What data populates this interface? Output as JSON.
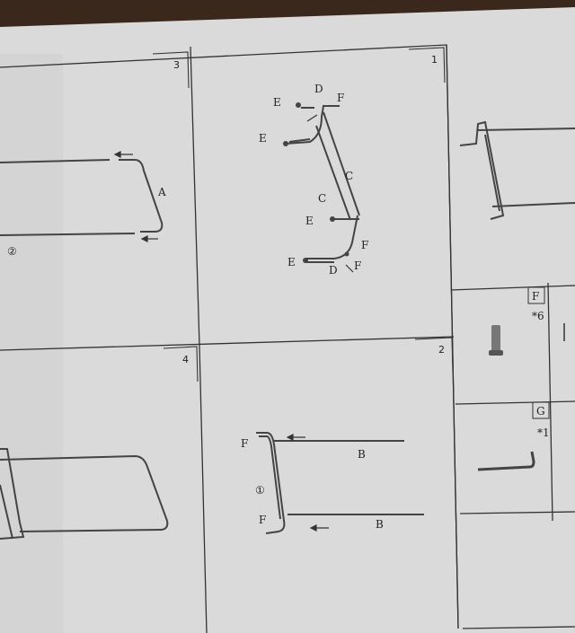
{
  "document": {
    "panels": [
      {
        "number": "1",
        "labels": {
          "d": "D",
          "e": "E",
          "f": "F",
          "c": "C"
        }
      },
      {
        "number": "2",
        "labels": {
          "b": "B",
          "f": "F"
        },
        "circle_mark": "①"
      },
      {
        "number": "3",
        "labels": {
          "a": "A"
        },
        "circle_mark": "②"
      },
      {
        "number": "4"
      }
    ],
    "parts": [
      {
        "letter": "F",
        "qty": "*6"
      },
      {
        "letter": "G",
        "qty": "*1"
      }
    ]
  }
}
